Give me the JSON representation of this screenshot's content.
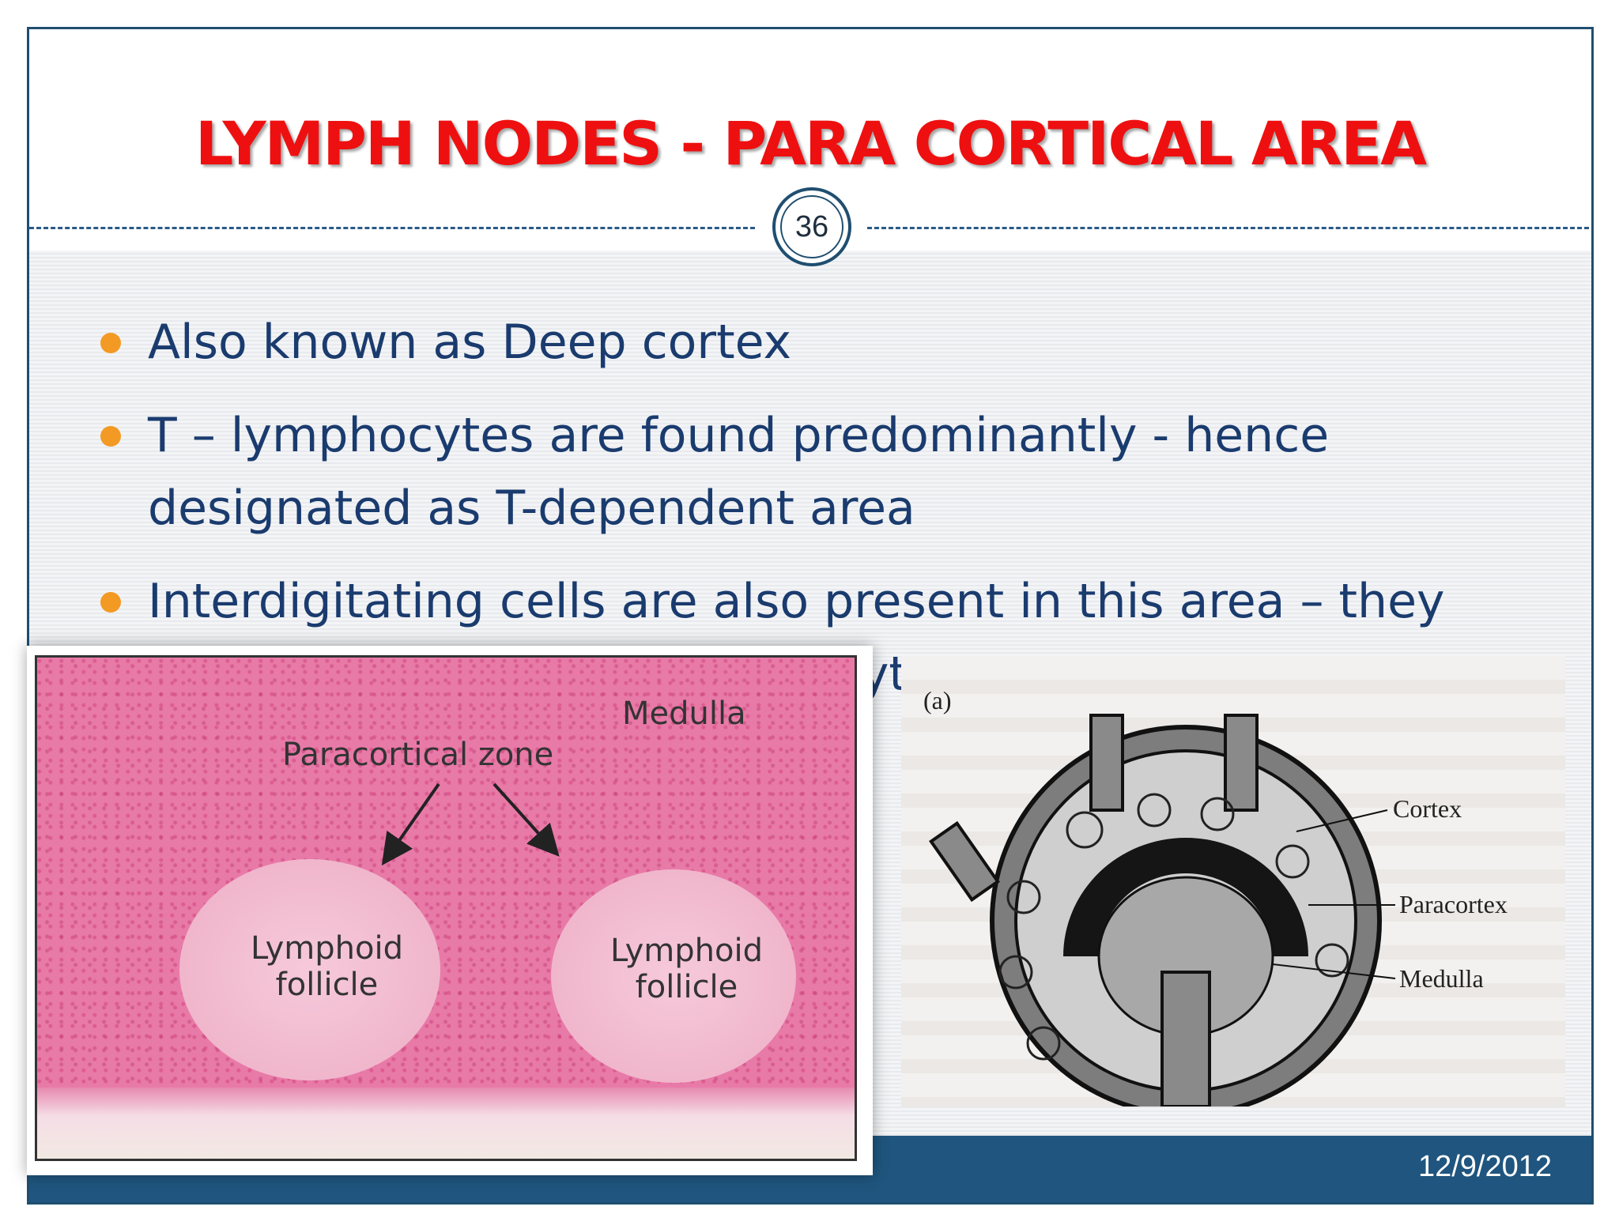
{
  "slide": {
    "title": "LYMPH NODES - PARA CORTICAL AREA",
    "page_number": "36",
    "date": "12/9/2012",
    "bullets": [
      "Also known as Deep cortex",
      "T – lymphocytes are found predominantly -  hence designated as T-dependent area",
      "Interdigitating cells are also present in this area – they present antigen to T- lymphocytes."
    ]
  },
  "histology_image": {
    "medulla_label": "Medulla",
    "zone_label": "Paracortical zone",
    "follicle_left_line1": "Lymphoid",
    "follicle_left_line2": "follicle",
    "follicle_right_line1": "Lymphoid",
    "follicle_right_line2": "follicle"
  },
  "diagram_image": {
    "panel_label": "(a)",
    "cortex_label": "Cortex",
    "paracortex_label": "Paracortex",
    "medulla_label": "Medulla"
  },
  "colors": {
    "title": "#ee1010",
    "bullet_text": "#1a3b6e",
    "bullet_dot": "#f29a24",
    "accent": "#1f557e"
  }
}
